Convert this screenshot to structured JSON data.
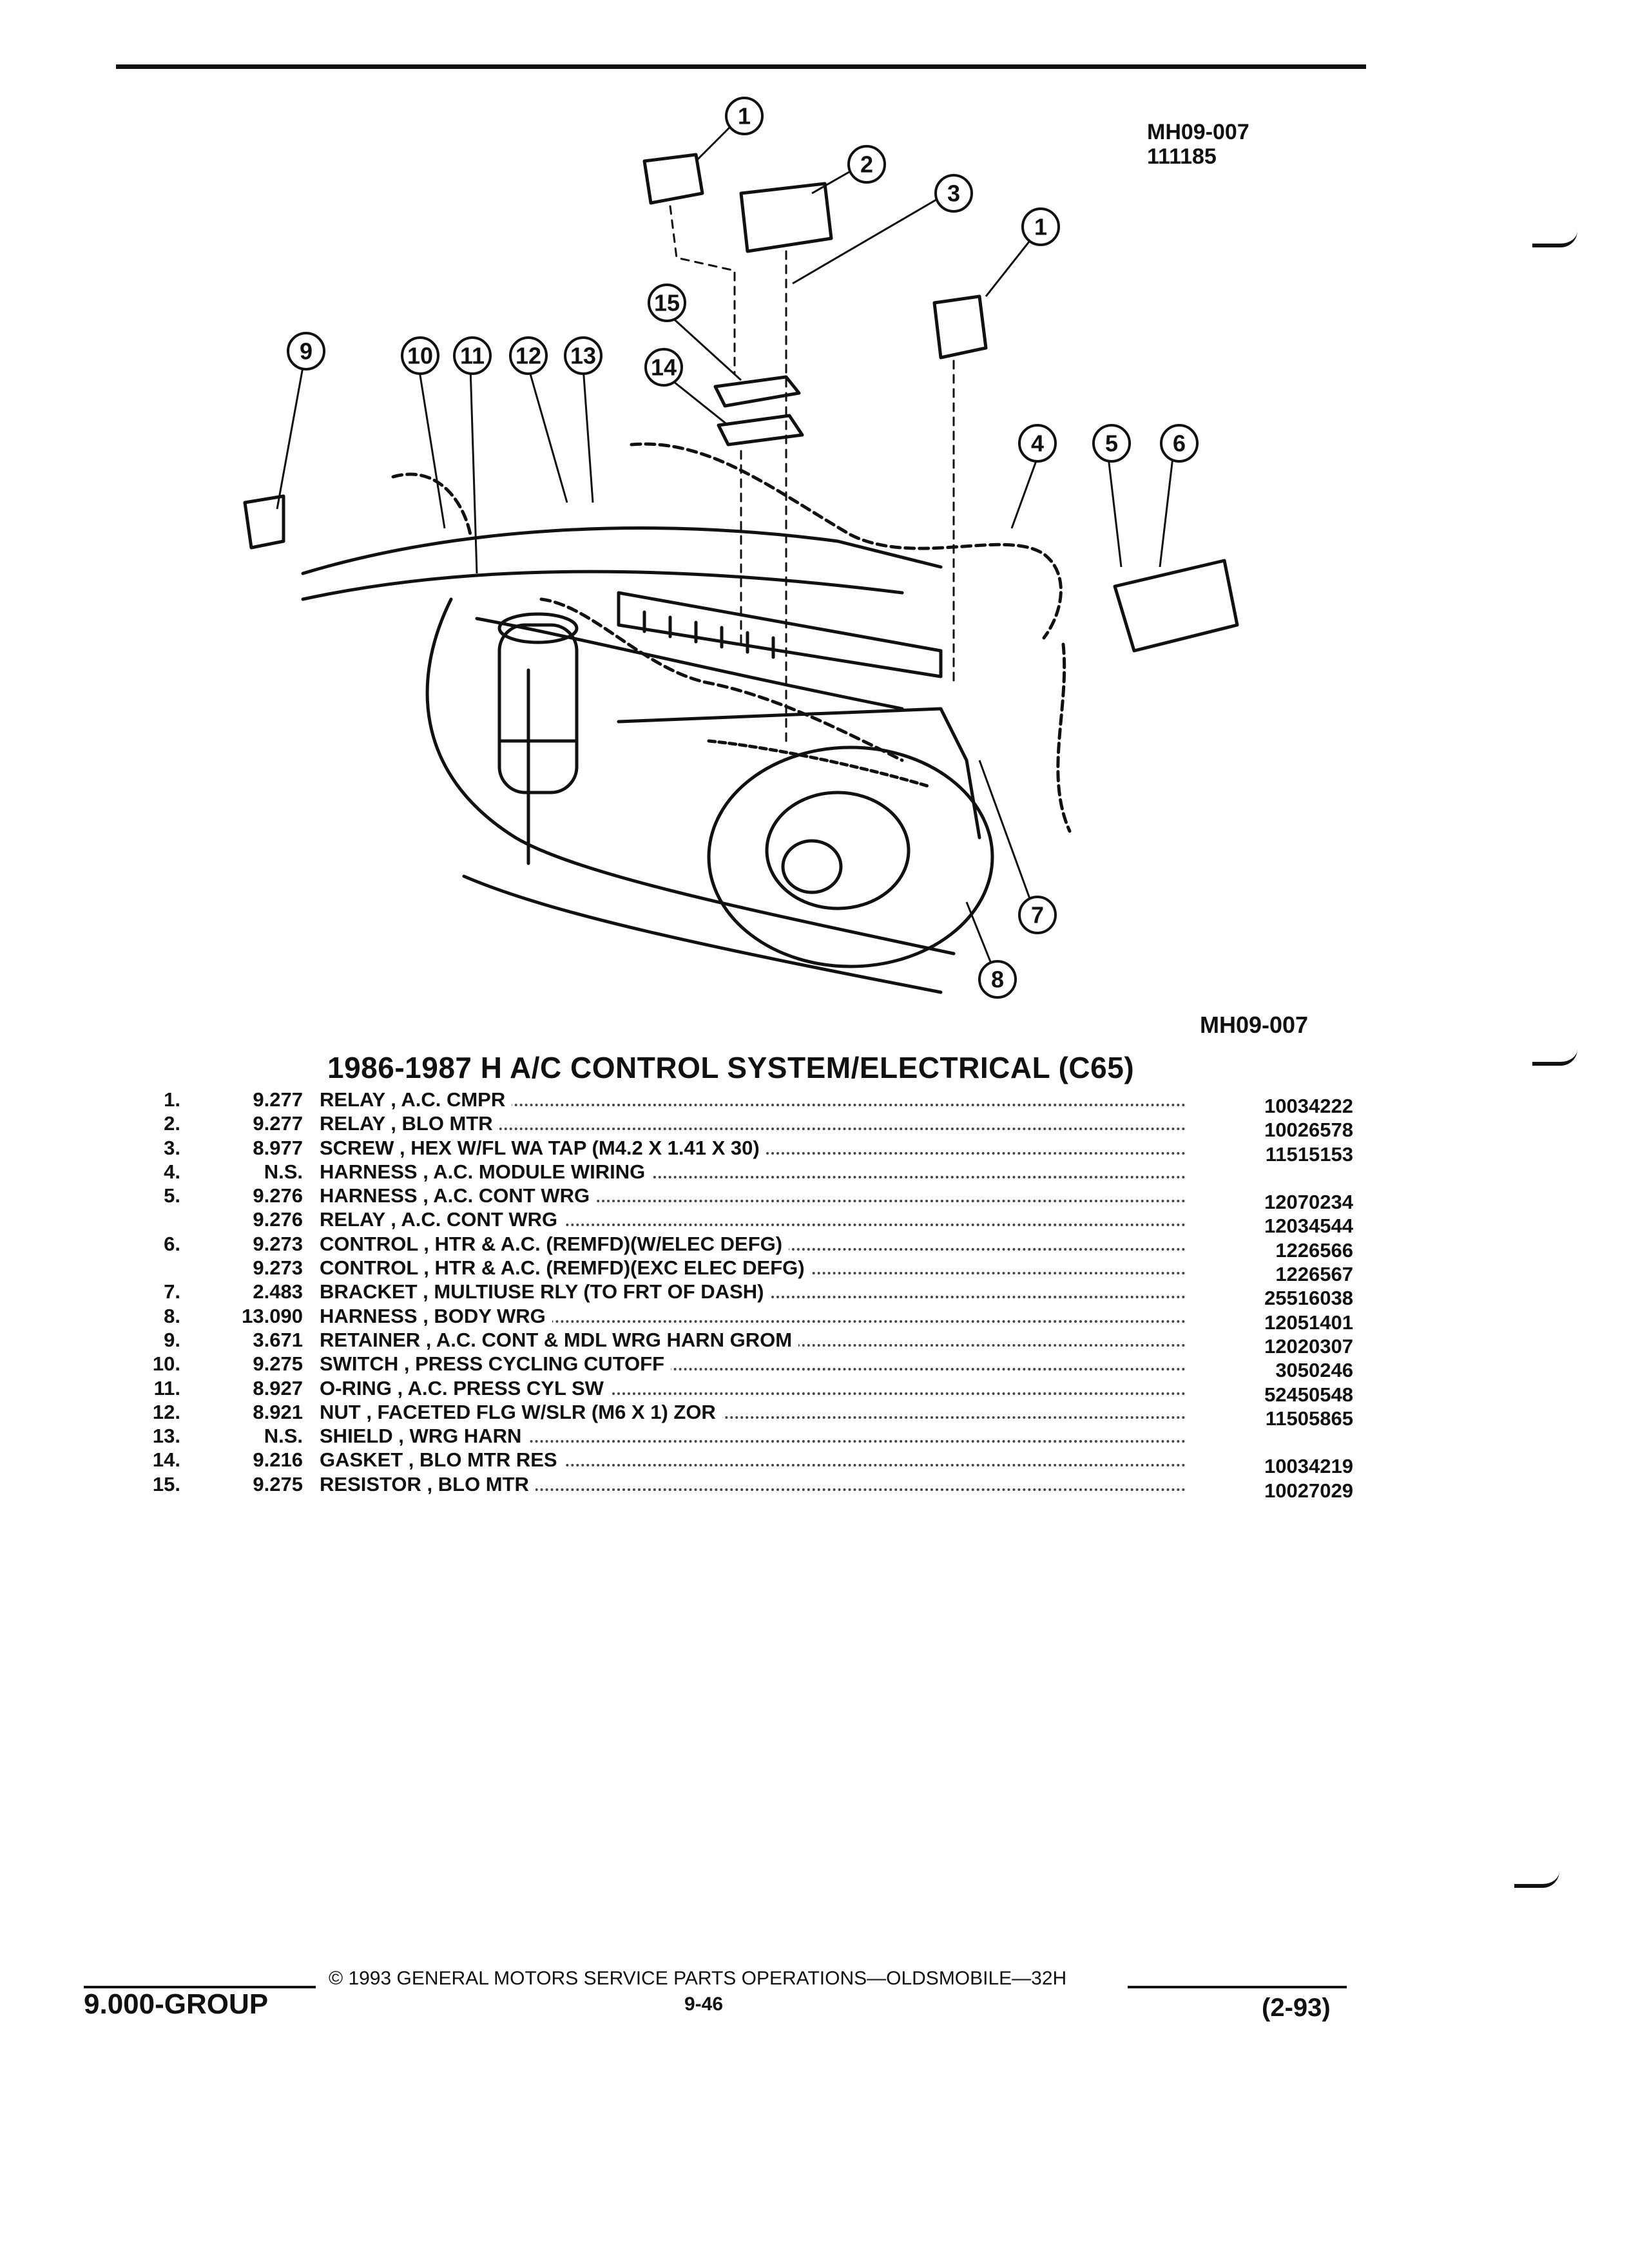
{
  "header": {
    "ref_code_top": "MH09-007",
    "ref_number_top": "111185",
    "ref_code_bottom": "MH09-007"
  },
  "diagram": {
    "callouts": [
      "1",
      "2",
      "3",
      "1",
      "15",
      "14",
      "9",
      "10",
      "11",
      "12",
      "13",
      "4",
      "5",
      "6",
      "7",
      "8"
    ]
  },
  "title": "1986-1987 H A/C CONTROL SYSTEM/ELECTRICAL (C65)",
  "parts": [
    {
      "idx": "1.",
      "group": "9.277",
      "desc": "RELAY , A.C. CMPR",
      "part": "10034222"
    },
    {
      "idx": "2.",
      "group": "9.277",
      "desc": "RELAY , BLO MTR",
      "part": "10026578"
    },
    {
      "idx": "3.",
      "group": "8.977",
      "desc": "SCREW , HEX W/FL WA TAP (M4.2 X 1.41 X 30)",
      "part": "11515153"
    },
    {
      "idx": "4.",
      "group": "N.S.",
      "desc": "HARNESS , A.C. MODULE WIRING",
      "part": ""
    },
    {
      "idx": "5.",
      "group": "9.276",
      "desc": "HARNESS , A.C. CONT WRG",
      "part": "12070234"
    },
    {
      "idx": "",
      "group": "9.276",
      "desc": "RELAY , A.C. CONT WRG",
      "part": "12034544"
    },
    {
      "idx": "6.",
      "group": "9.273",
      "desc": "CONTROL , HTR & A.C. (REMFD)(W/ELEC DEFG)",
      "part": "1226566"
    },
    {
      "idx": "",
      "group": "9.273",
      "desc": "CONTROL , HTR & A.C. (REMFD)(EXC ELEC DEFG)",
      "part": "1226567"
    },
    {
      "idx": "7.",
      "group": "2.483",
      "desc": "BRACKET , MULTIUSE RLY (TO FRT OF DASH)",
      "part": "25516038"
    },
    {
      "idx": "8.",
      "group": "13.090",
      "desc": "HARNESS , BODY WRG",
      "part": "12051401"
    },
    {
      "idx": "9.",
      "group": "3.671",
      "desc": "RETAINER , A.C. CONT & MDL WRG HARN GROM",
      "part": "12020307"
    },
    {
      "idx": "10.",
      "group": "9.275",
      "desc": "SWITCH , PRESS CYCLING CUTOFF",
      "part": "3050246"
    },
    {
      "idx": "11.",
      "group": "8.927",
      "desc": "O-RING , A.C. PRESS CYL SW",
      "part": "52450548"
    },
    {
      "idx": "12.",
      "group": "8.921",
      "desc": "NUT , FACETED FLG W/SLR (M6 X 1) ZOR",
      "part": "11505865"
    },
    {
      "idx": "13.",
      "group": "N.S.",
      "desc": "SHIELD , WRG HARN",
      "part": ""
    },
    {
      "idx": "14.",
      "group": "9.216",
      "desc": "GASKET , BLO MTR RES",
      "part": "10034219"
    },
    {
      "idx": "15.",
      "group": "9.275",
      "desc": "RESISTOR , BLO MTR",
      "part": "10027029"
    }
  ],
  "footer": {
    "copyright": "© 1993 GENERAL MOTORS SERVICE PARTS OPERATIONS—OLDSMOBILE—32H",
    "group": "9.000-GROUP",
    "page": "9-46",
    "date": "(2-93)"
  }
}
